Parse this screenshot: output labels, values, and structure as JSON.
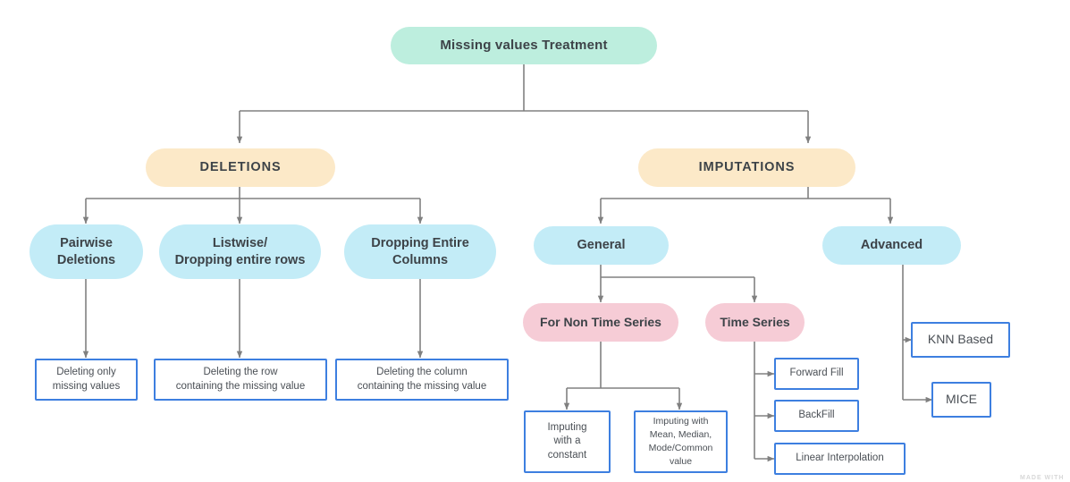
{
  "diagram": {
    "title": "Missing values Treatment",
    "watermark": "MADE WITH",
    "colors": {
      "root_fill": "#bdeede",
      "category_fill": "#fce9c8",
      "blue_fill": "#c3ecf7",
      "pink_fill": "#f6ccd6",
      "box_border": "#3d7fe0",
      "connector": "#808080",
      "text": "#3d4348"
    },
    "nodes": {
      "root": "Missing values Treatment",
      "deletions": "DELETIONS",
      "imputations": "IMPUTATIONS",
      "pairwise_deletions": "Pairwise\nDeletions",
      "listwise": "Listwise/\nDropping entire rows",
      "dropping_columns": "Dropping Entire\nColumns",
      "deleting_only_missing": "Deleting only\nmissing values",
      "deleting_row": "Deleting the row\ncontaining the missing value",
      "deleting_column": "Deleting the column\ncontaining the missing value",
      "general": "General",
      "advanced": "Advanced",
      "non_time_series": "For Non Time Series",
      "time_series": "Time Series",
      "imputing_constant": "Imputing\nwith a\nconstant",
      "imputing_stats": "Imputing with\nMean, Median,\nMode/Common\nvalue",
      "forward_fill": "Forward Fill",
      "backfill": "BackFill",
      "linear_interpolation": "Linear Interpolation",
      "knn_based": "KNN Based",
      "mice": "MICE"
    }
  }
}
